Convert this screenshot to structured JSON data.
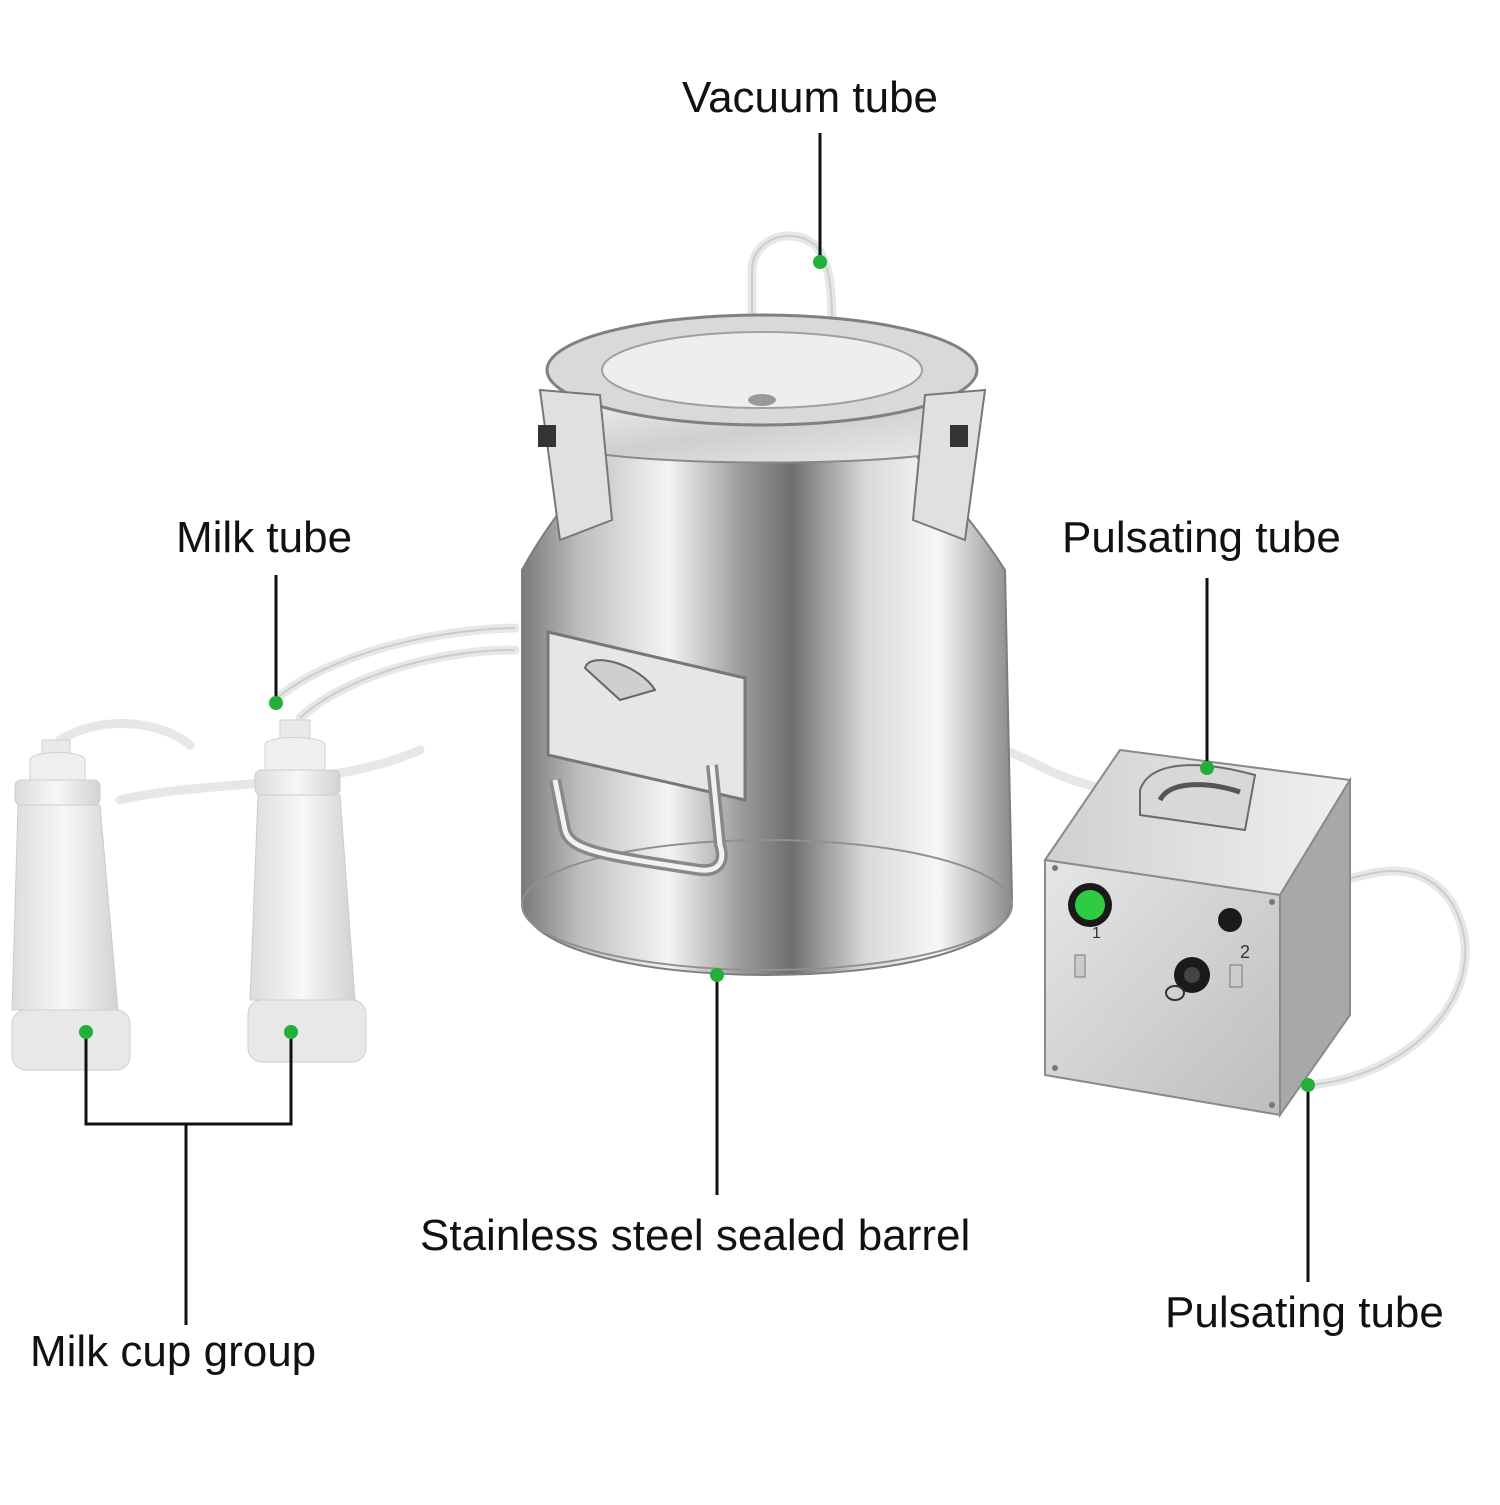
{
  "diagram": {
    "labels": {
      "vacuum_tube": "Vacuum tube",
      "milk_tube": "Milk tube",
      "pulsating_tube_top": "Pulsating tube",
      "pulsating_tube_bottom": "Pulsating tube",
      "barrel": "Stainless steel sealed barrel",
      "milk_cup_group": "Milk cup group"
    },
    "pump_markings": {
      "port_1": "1",
      "port_2": "2"
    }
  },
  "colors": {
    "marker_dot": "#22b03a",
    "leader_line": "#111111",
    "steel_light": "#f2f2f2",
    "steel_mid": "#bdbdbd",
    "steel_dark": "#6e6e6e",
    "tube": "#e8ecea",
    "power_button": "#2ecc40"
  }
}
